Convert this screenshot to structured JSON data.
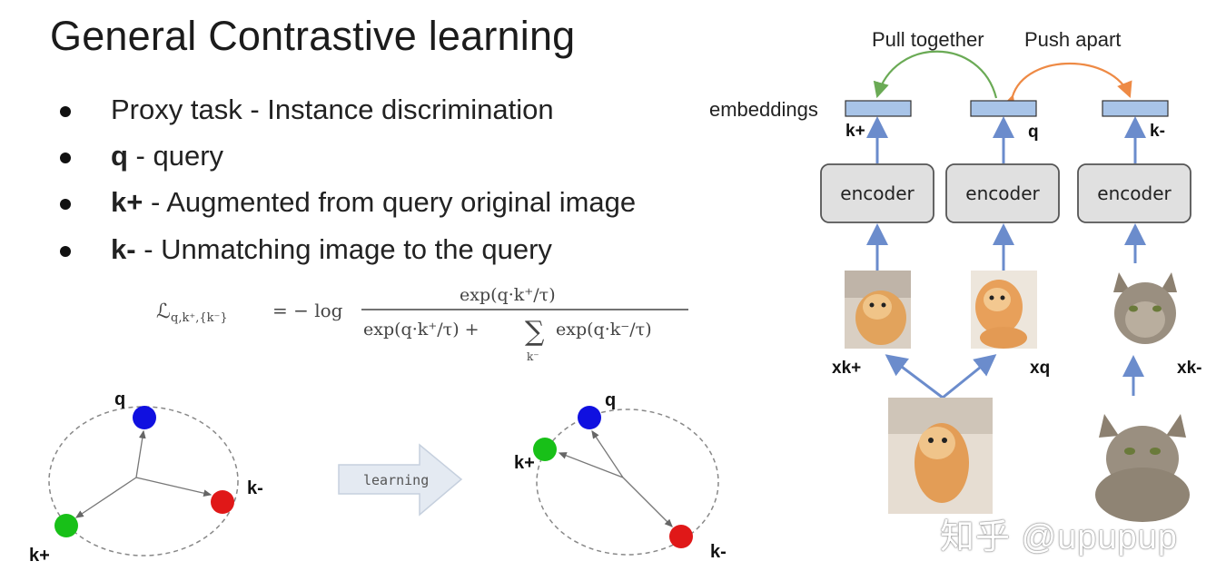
{
  "title": "General Contrastive learning",
  "bullets": [
    {
      "key": "",
      "text": "Proxy task - Instance discrimination"
    },
    {
      "key": "q",
      "text": " -  query"
    },
    {
      "key": "k+",
      "text": " - Augmented from query original image"
    },
    {
      "key": "k-",
      "text": " - Unmatching image to the query"
    }
  ],
  "formula": {
    "lhs": "ℒ",
    "lhs_sub": "q,k⁺,{k⁻}",
    "eq": "= − log",
    "numerator": "exp(q·k⁺/τ)",
    "denominator_a": "exp(q·k⁺/τ) + ",
    "sum": "∑",
    "sum_sub": "k⁻",
    "denominator_b": "exp(q·k⁻/τ)"
  },
  "before_diagram": {
    "q_label": "q",
    "kminus_label": "k-",
    "kplus_label": "k+",
    "colors": {
      "q": "#1010e0",
      "kminus": "#e01818",
      "kplus": "#18c018"
    }
  },
  "arrow_label": "learning",
  "after_diagram": {
    "q_label": "q",
    "kplus_label": "k+",
    "kminus_label": "k-"
  },
  "right_diagram": {
    "pull_label": "Pull together",
    "push_label": "Push apart",
    "embeddings_label": "embeddings",
    "emb_labels": [
      "k+",
      "q",
      "k-"
    ],
    "encoder_label": "encoder",
    "x_labels": [
      "xk+",
      "xq",
      "xk-"
    ],
    "colors": {
      "pull": "#6aaa55",
      "push": "#ee8a45",
      "arrow": "#6b8ccc",
      "embed": "#a8c4e8",
      "encoder": "#e0e0e0"
    }
  },
  "watermark": "知乎 @upupup"
}
